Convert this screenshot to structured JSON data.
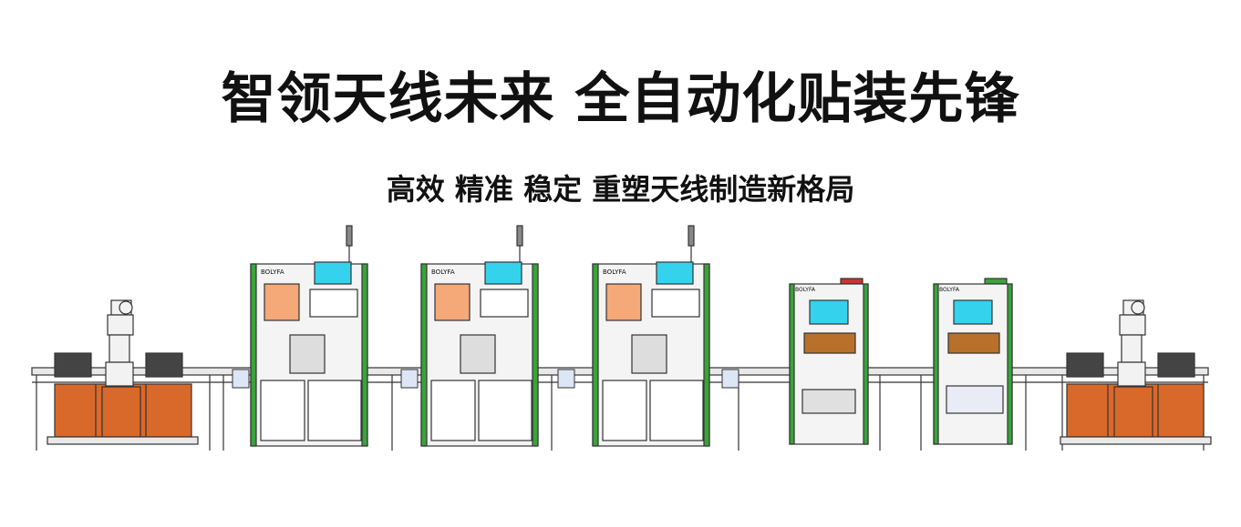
{
  "banner": {
    "title": "智领天线未来 全自动化贴装先锋",
    "subtitle": "高效 精准 稳定 重塑天线制造新格局"
  },
  "machines": {
    "brand_label": "BOLYFA"
  },
  "colors": {
    "orange_cabinet": "#d9692a",
    "orange_panel": "#f5a878",
    "green_frame": "#3aa33a",
    "screen": "#35d2ee",
    "frame_gray": "#e9e9e9",
    "stroke": "#333333"
  }
}
